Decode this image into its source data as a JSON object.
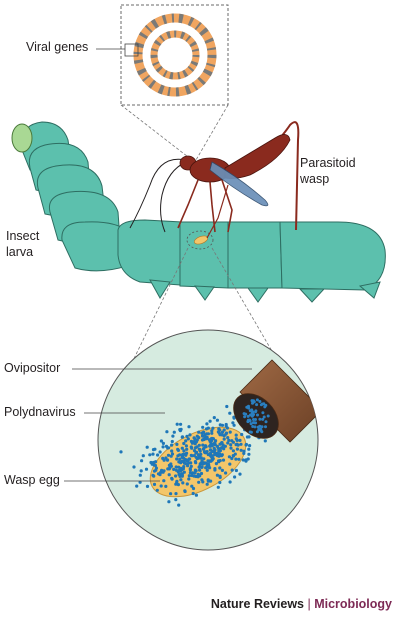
{
  "labels": {
    "viral_genes": "Viral genes",
    "parasitoid_wasp_line1": "Parasitoid",
    "parasitoid_wasp_line2": "wasp",
    "insect_larva_line1": "Insect",
    "insect_larva_line2": "larva",
    "ovipositor": "Ovipositor",
    "polydnavirus": "Polydnavirus",
    "wasp_egg": "Wasp egg"
  },
  "footer": {
    "journal": "Nature Reviews",
    "separator": "|",
    "section": "Microbiology"
  },
  "colors": {
    "larva_body": "#5cc0ad",
    "larva_head": "#a9d894",
    "wasp_body": "#8a2a1e",
    "wasp_wing": "#6a8fb8",
    "magnified_bg": "#d6ebe0",
    "virus_dot": "#1f77b8",
    "egg_fill": "#f3c66a",
    "ovipositor_tube": "#8a5a3a",
    "ring_orange": "#f0a560",
    "ring_grey": "#7a7a78",
    "accent_section": "#7d2a55"
  }
}
